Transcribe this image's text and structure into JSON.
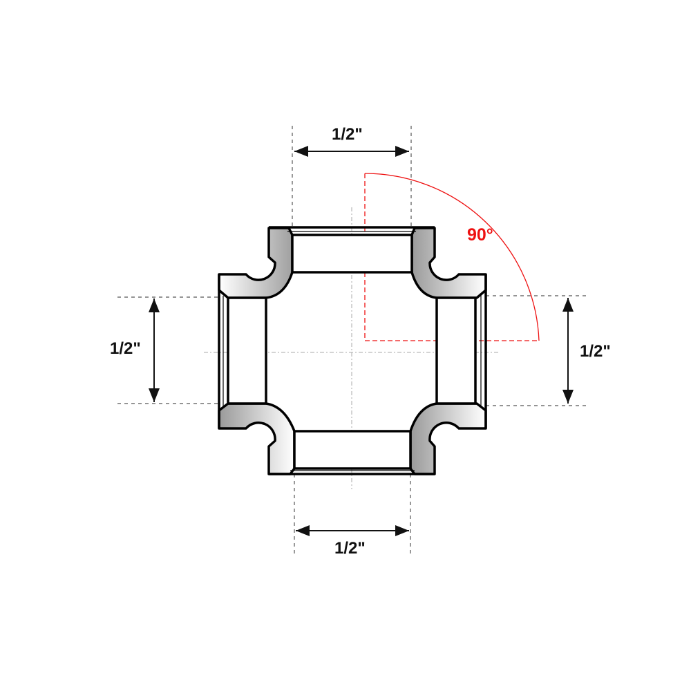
{
  "diagram": {
    "subject": "4-way pipe cross fitting",
    "dimensions": {
      "top": {
        "label": "1/2\""
      },
      "bottom": {
        "label": "1/2\""
      },
      "left": {
        "label": "1/2\""
      },
      "right": {
        "label": "1/2\""
      }
    },
    "angle": {
      "label": "90°",
      "color": "#ee1111"
    },
    "colors": {
      "outline": "#000000",
      "dimension_line": "#111111",
      "extension_line": "#555555",
      "center_line": "#aaaaaa",
      "angle": "#ee1111",
      "gradient_dark": "#9a9a9a",
      "gradient_light": "#ffffff"
    }
  }
}
